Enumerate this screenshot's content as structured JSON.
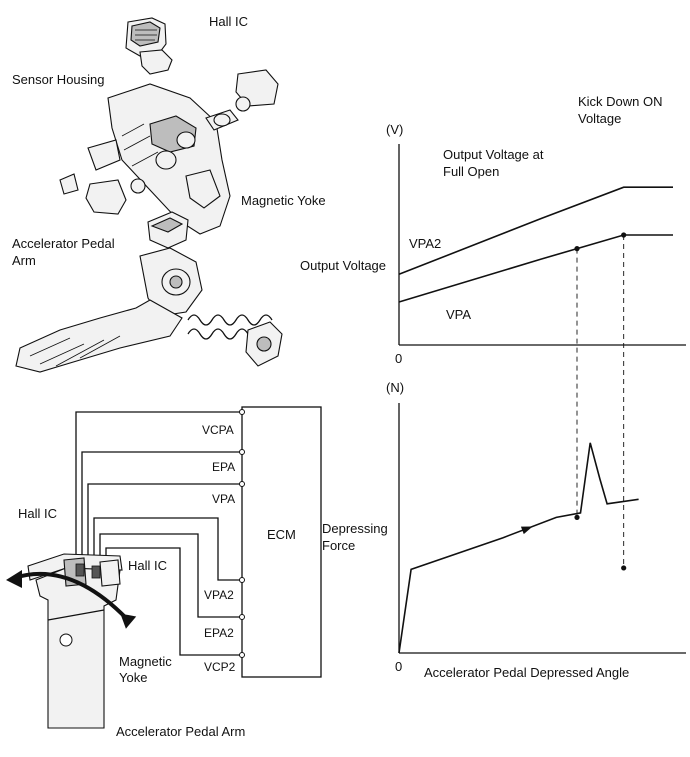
{
  "exploded_view": {
    "hall_ic": "Hall IC",
    "sensor_housing": "Sensor Housing",
    "magnetic_yoke": "Magnetic Yoke",
    "accelerator_pedal_arm_line1": "Accelerator Pedal",
    "accelerator_pedal_arm_line2": "Arm"
  },
  "circuit": {
    "ecm": "ECM",
    "terminals": [
      "VCPA",
      "EPA",
      "VPA",
      "VPA2",
      "EPA2",
      "VCP2"
    ],
    "hall_ic_left": "Hall IC",
    "hall_ic_right": "Hall IC",
    "magnetic_yoke_line1": "Magnetic",
    "magnetic_yoke_line2": "Yoke",
    "accelerator_pedal_arm": "Accelerator Pedal Arm"
  },
  "voltage_graph": {
    "y_unit": "(V)",
    "y_label": "Output Voltage",
    "origin": "0",
    "full_open_line1": "Output Voltage at",
    "full_open_line2": "Full Open",
    "kickdown_line1": "Kick Down ON",
    "kickdown_line2": "Voltage",
    "series": [
      {
        "name": "VPA2",
        "points": [
          [
            0,
            0.29
          ],
          [
            0.52,
            0.72
          ],
          [
            0.82,
            0.96
          ],
          [
            1,
            0.96
          ]
        ]
      },
      {
        "name": "VPA",
        "points": [
          [
            0,
            0.1
          ],
          [
            0.52,
            0.53
          ],
          [
            0.82,
            0.77
          ],
          [
            1,
            0.77
          ]
        ]
      }
    ]
  },
  "force_graph": {
    "y_unit": "(N)",
    "y_label_line1": "Depressing",
    "y_label_line2": "Force",
    "origin": "0",
    "x_label": "Accelerator Pedal Depressed Angle",
    "points": [
      [
        0,
        0
      ],
      [
        0.05,
        0.37
      ],
      [
        0.43,
        0.51
      ],
      [
        0.65,
        0.6
      ],
      [
        0.75,
        0.62
      ],
      [
        0.79,
        0.93
      ],
      [
        0.83,
        0.77
      ],
      [
        0.86,
        0.66
      ],
      [
        0.99,
        0.68
      ]
    ]
  }
}
